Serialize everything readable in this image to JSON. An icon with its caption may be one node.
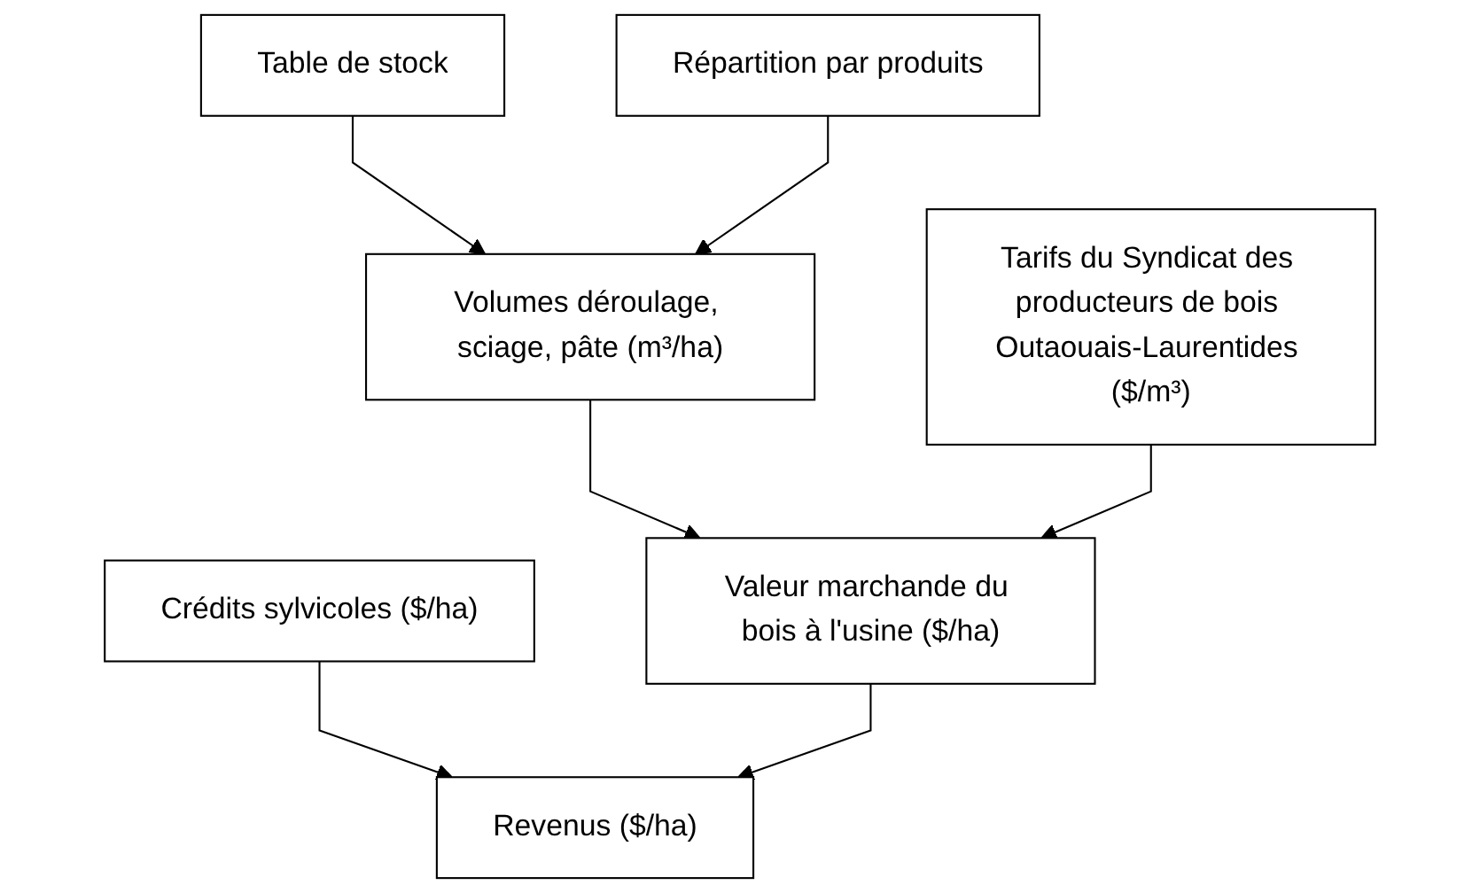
{
  "diagram": {
    "nodes": [
      {
        "text": [
          "Table de stock"
        ]
      },
      {
        "text": [
          "Répartition par produits"
        ]
      },
      {
        "text": [
          "Volumes déroulage, sciage, pâte (m³/ha)"
        ]
      },
      {
        "text": [
          "Tarifs du Syndicat des producteurs de bois Outaouais-Laurentides ($/m³)"
        ]
      },
      {
        "text": [
          "Crédits sylvicoles ($/ha)"
        ]
      },
      {
        "text": [
          "Valeur marchande du bois à l'usine ($/ha)"
        ]
      },
      {
        "text": [
          "Revenus ($/ha)"
        ]
      }
    ],
    "edges": [
      {
        "from": 0,
        "to": 2,
        "arrow": "to"
      },
      {
        "from": 1,
        "to": 2,
        "arrow": "to"
      },
      {
        "from": 2,
        "to": 5,
        "arrow": "to"
      },
      {
        "from": 3,
        "to": 5,
        "arrow": "to"
      },
      {
        "from": 4,
        "to": 6,
        "arrow": "to"
      },
      {
        "from": 5,
        "to": 6,
        "arrow": "to"
      }
    ]
  }
}
